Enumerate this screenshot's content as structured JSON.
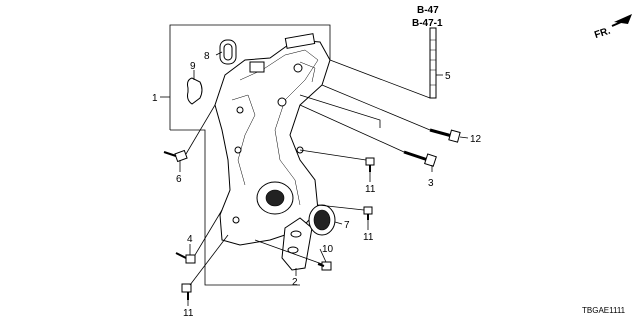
{
  "diagram": {
    "callouts": [
      "1",
      "2",
      "3",
      "4",
      "5",
      "6",
      "7",
      "8",
      "9",
      "10",
      "11",
      "11",
      "11",
      "12"
    ],
    "references": [
      "B-47",
      "B-47-1"
    ],
    "direction_label": "FR.",
    "part_code": "TBGAE1111"
  }
}
